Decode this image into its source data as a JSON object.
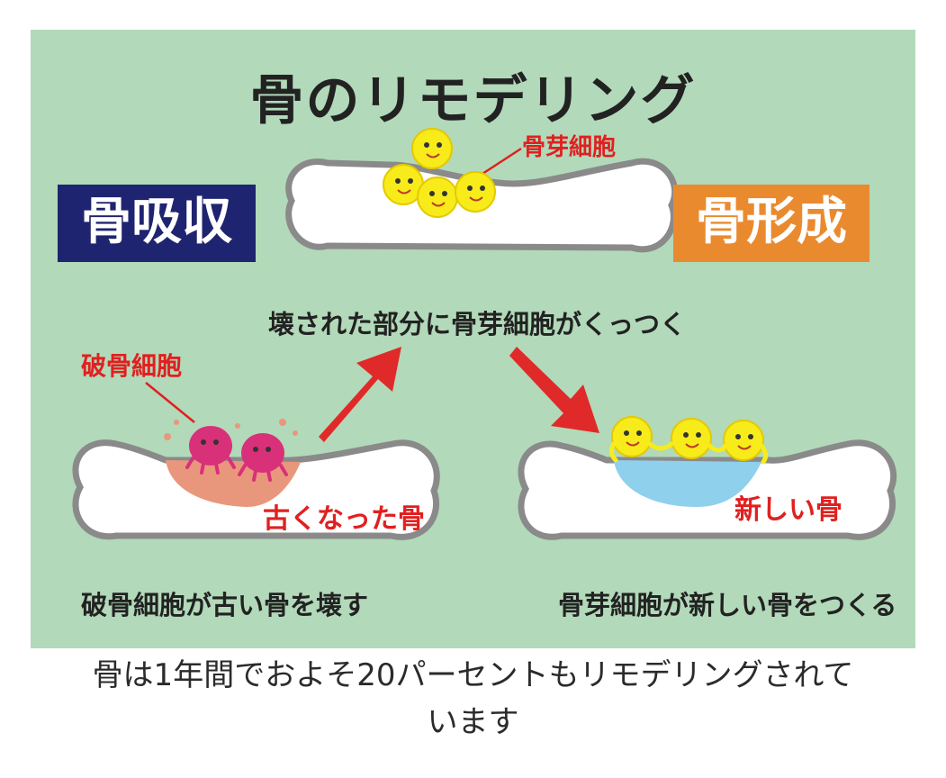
{
  "title": "骨のリモデリング",
  "labels": {
    "resorption": "骨吸収",
    "formation": "骨形成",
    "osteoblast": "骨芽細胞",
    "osteoclast": "破骨細胞",
    "old_bone": "古くなった骨",
    "new_bone": "新しい骨",
    "middle_caption": "壊された部分に骨芽細胞がくっつく",
    "left_caption": "破骨細胞が古い骨を壊す",
    "right_caption": "骨芽細胞が新しい骨をつくる"
  },
  "caption": {
    "line1": "骨は1年間でおよそ20パーセントもリモデリングされて",
    "line2": "います"
  },
  "colors": {
    "background": "#b2d9b9",
    "resorption_box": "#1f2470",
    "formation_box": "#ea8a2e",
    "arrow": "#e02a2a",
    "osteoblast": "#f7ec1a",
    "osteoclast": "#d9307a",
    "old_bone_area": "#e9977c",
    "new_bone_area": "#8fd0ec"
  }
}
